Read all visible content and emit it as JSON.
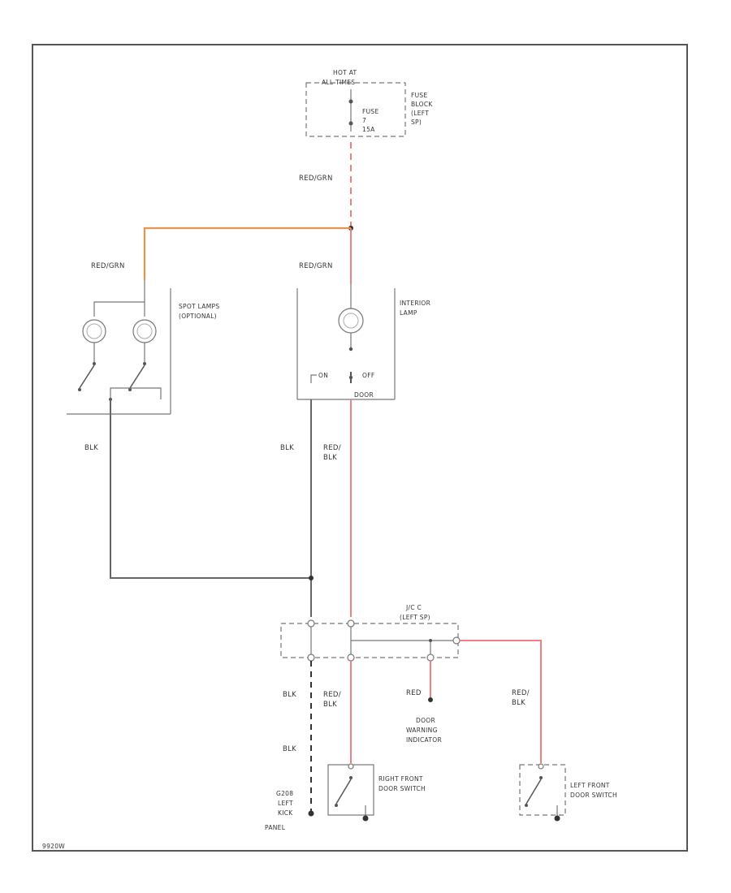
{
  "colors": {
    "red_wire": "#f08080",
    "orange_wire": "#e8944a",
    "gray_wire": "#666666",
    "frame": "#555555",
    "component": "#777777"
  },
  "fuse": {
    "hot_at": "HOT AT",
    "hot_at_line2": "ALL TIMES",
    "fuse_label": "FUSE",
    "fuse_number": "7",
    "fuse_amps": "15A",
    "block_label": [
      "FUSE",
      "BLOCK",
      "(LEFT",
      "SP)"
    ]
  },
  "wires": {
    "red_grn_top": "RED/GRN",
    "red_grn_spot": "RED/GRN",
    "red_grn_interior": "RED/GRN",
    "blk_spot": "BLK",
    "blk_interior": "BLK",
    "red_blk_interior": [
      "RED/",
      "BLK"
    ],
    "blk_bottom": "BLK",
    "red_blk_bottom": [
      "RED/",
      "BLK"
    ],
    "red_warning": "RED",
    "red_blk_left": [
      "RED/",
      "BLK"
    ],
    "blk_ground_upper": "BLK"
  },
  "components": {
    "spot_lamps": [
      "SPOT LAMPS",
      "(OPTIONAL)"
    ],
    "interior_lamp": [
      "INTERIOR",
      "LAMP"
    ],
    "switch_on": "ON",
    "switch_off": "OFF",
    "switch_door": "DOOR",
    "jcc": [
      "J/C C",
      "(LEFT SP)"
    ],
    "door_warning": [
      "DOOR",
      "WARNING",
      "INDICATOR"
    ],
    "right_switch": [
      "RIGHT FRONT",
      "DOOR SWITCH"
    ],
    "left_switch": [
      "LEFT FRONT",
      "DOOR SWITCH"
    ],
    "ground": [
      "G208",
      "LEFT",
      "KICK",
      "PANEL"
    ]
  },
  "footer_id": "9920W"
}
